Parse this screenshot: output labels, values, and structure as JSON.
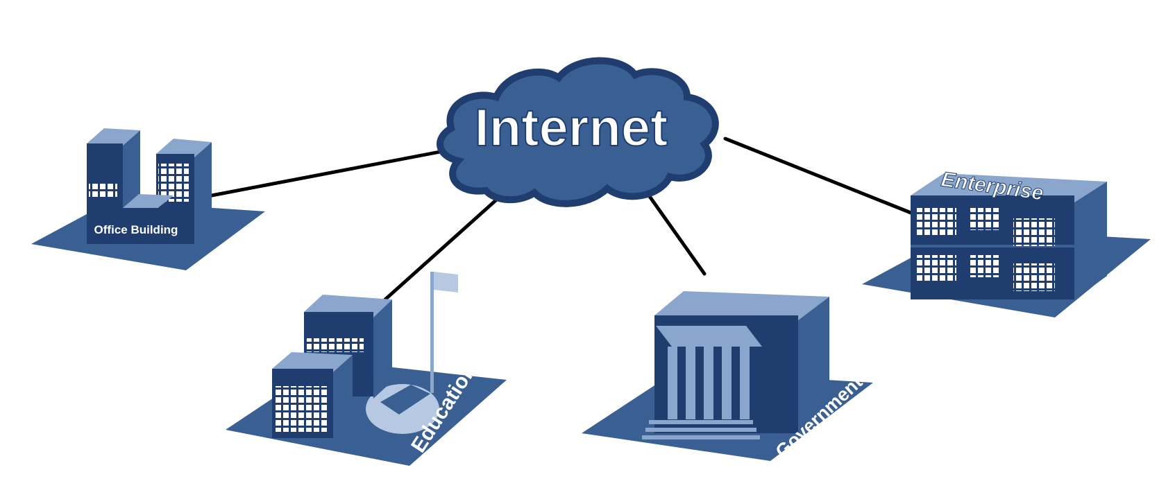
{
  "diagram": {
    "hub": {
      "label": "Internet"
    },
    "nodes": [
      {
        "id": "office",
        "label": "Office Building"
      },
      {
        "id": "education",
        "label": "Education"
      },
      {
        "id": "government",
        "label": "Government"
      },
      {
        "id": "enterprise",
        "label": "Enterprise"
      }
    ],
    "links": [
      {
        "from": "hub",
        "to": "office"
      },
      {
        "from": "hub",
        "to": "education"
      },
      {
        "from": "hub",
        "to": "government"
      },
      {
        "from": "hub",
        "to": "enterprise"
      }
    ],
    "colors": {
      "dark": "#1f3d6e",
      "mid": "#3a5f92",
      "light": "#8aa6cc",
      "pale": "#b7c9e2",
      "line": "#000000"
    }
  }
}
